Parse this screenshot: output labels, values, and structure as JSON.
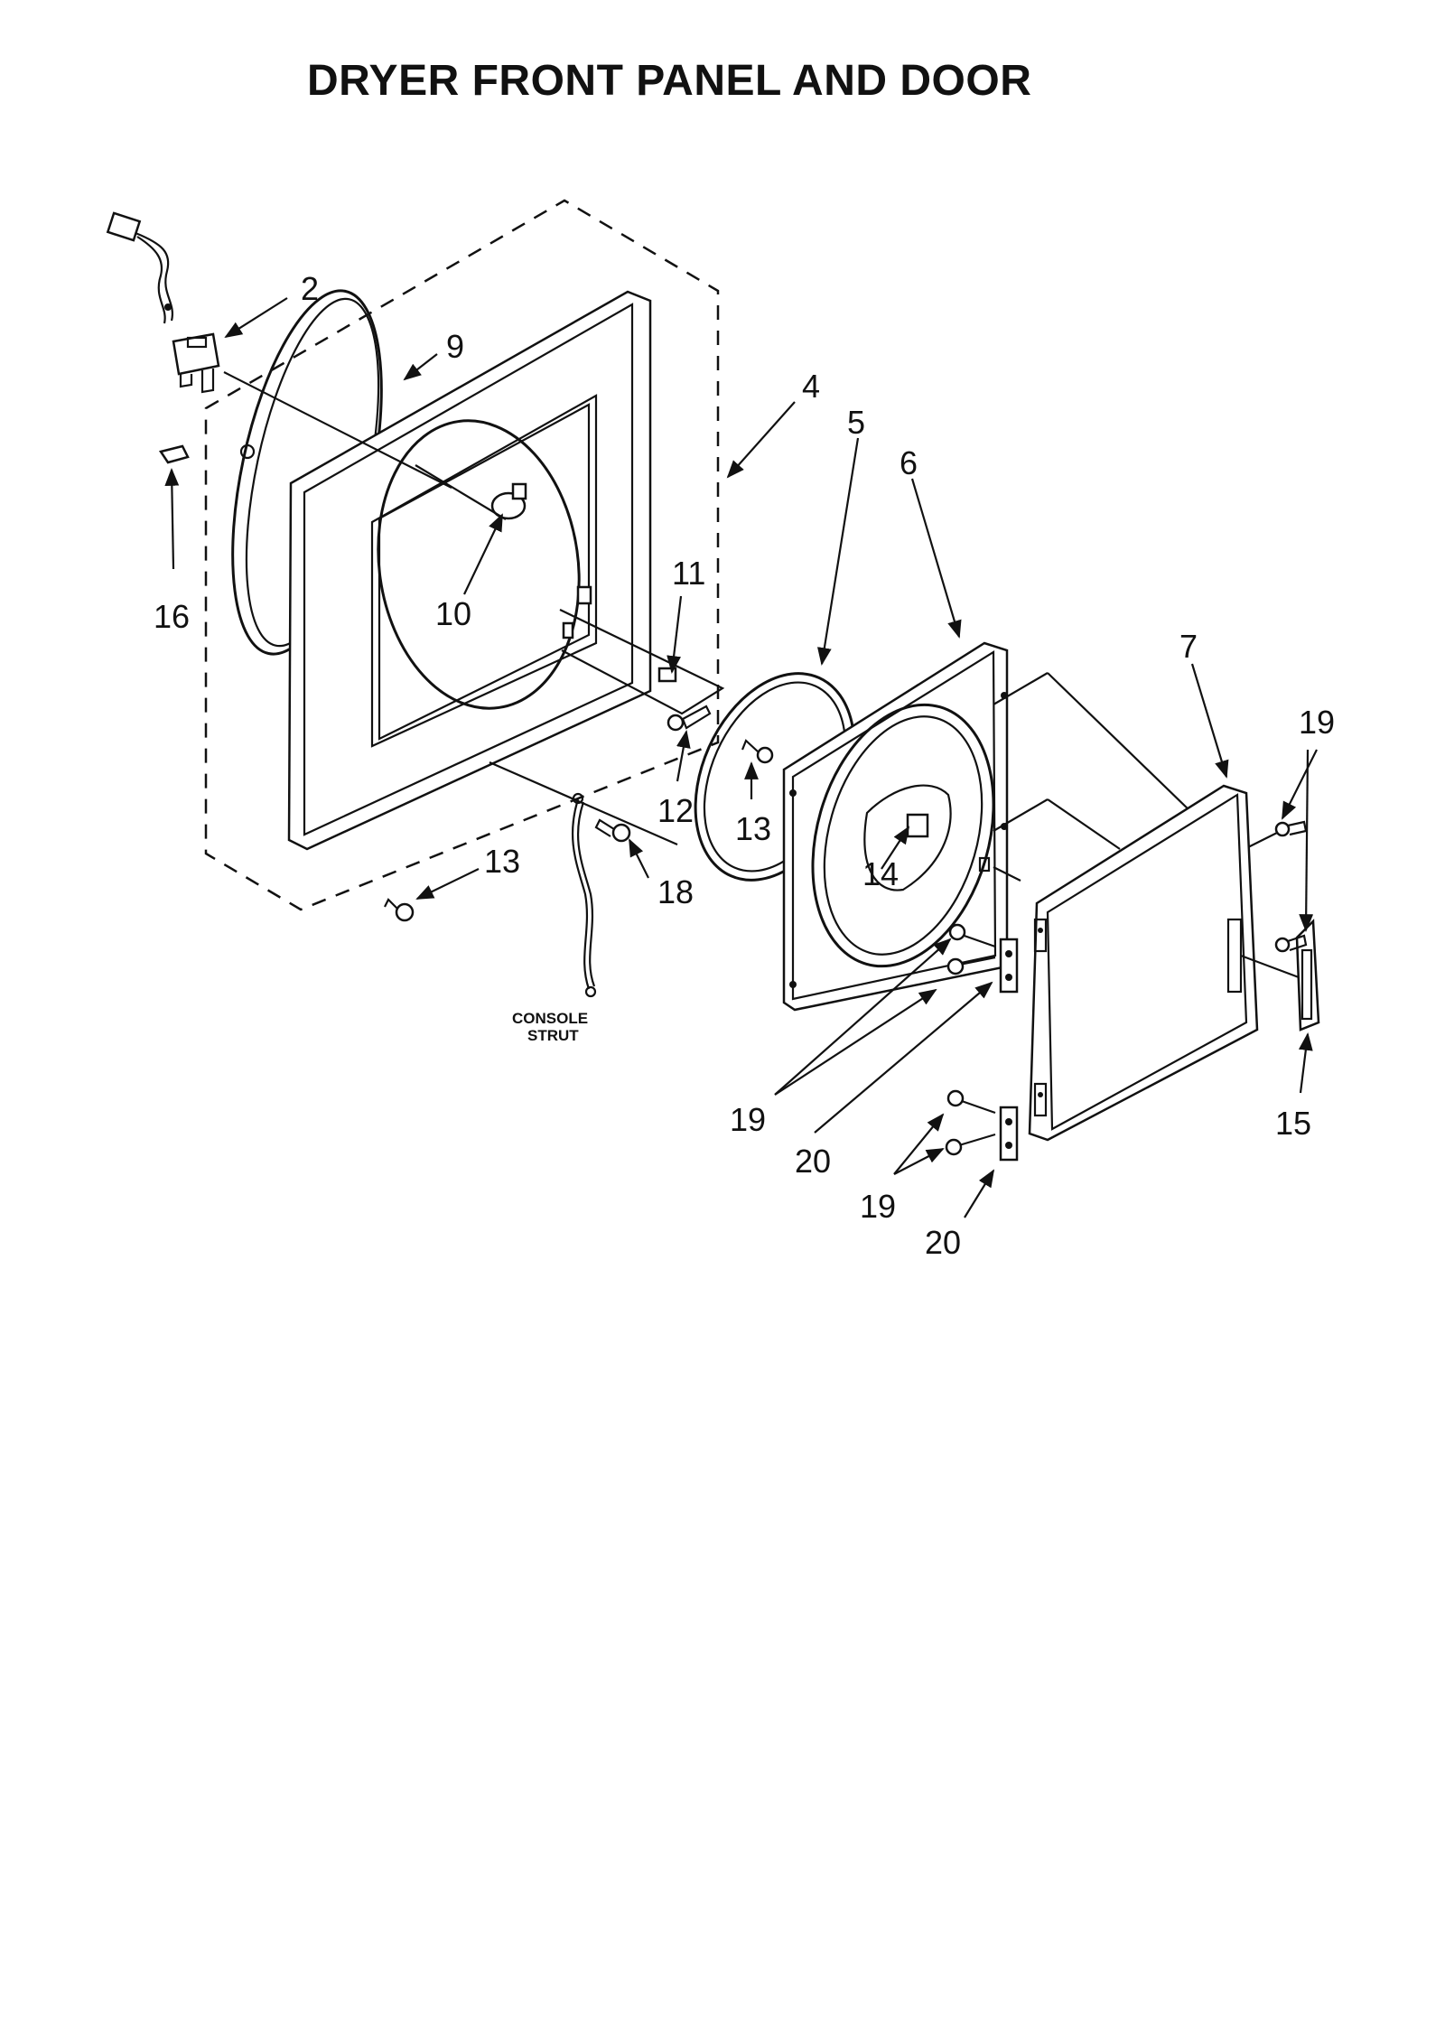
{
  "title": "DRYER FRONT PANEL AND DOOR",
  "callouts": {
    "c2": "2",
    "c9": "9",
    "c4": "4",
    "c5": "5",
    "c6": "6",
    "c7": "7",
    "c10": "10",
    "c11": "11",
    "c12": "12",
    "c13a": "13",
    "c13b": "13",
    "c14": "14",
    "c15": "15",
    "c16": "16",
    "c18": "18",
    "c19a": "19",
    "c19b": "19",
    "c19c": "19",
    "c20a": "20",
    "c20b": "20"
  },
  "console_strut": [
    "CONSOLE",
    "STRUT"
  ]
}
